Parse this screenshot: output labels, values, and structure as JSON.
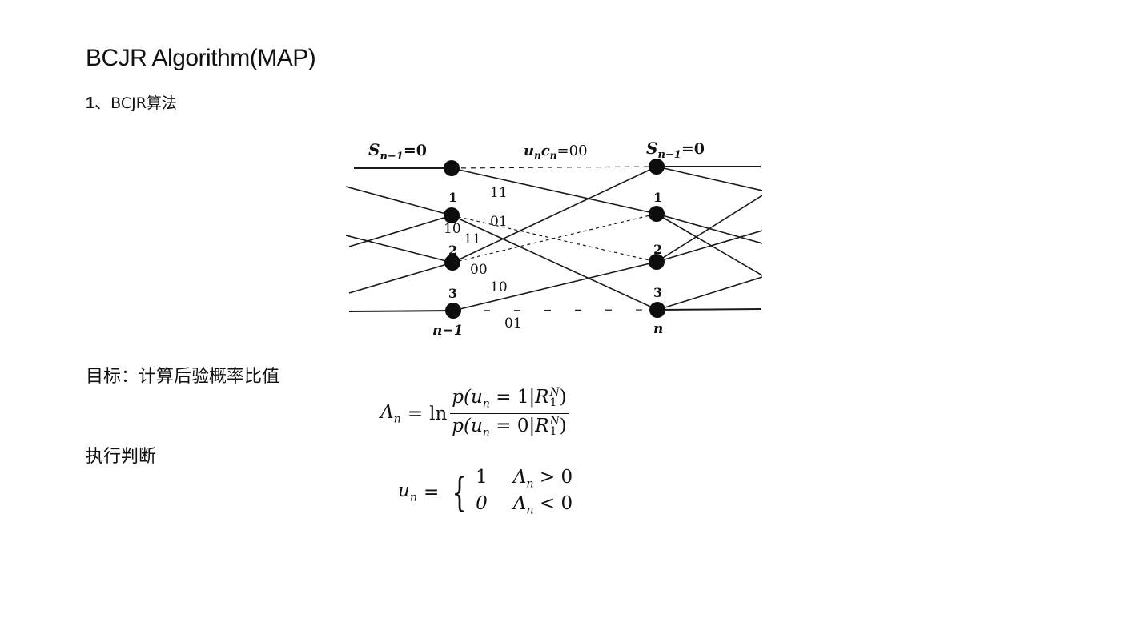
{
  "slide": {
    "title": "BCJR Algorithm(MAP)",
    "section_number": "1",
    "section_separator": "、",
    "section_text": "BCJR算法"
  },
  "trellis": {
    "left_header": "S",
    "left_header_sub": "n−1",
    "left_header_eq": "=0",
    "top_label": "u",
    "top_label_sub": "n",
    "top_label_c": "c",
    "top_label_c_sub": "n",
    "top_label_eq": "=00",
    "right_header": "S",
    "right_header_sub": "n−1",
    "right_header_eq": "=0",
    "left_state_labels": [
      "1",
      "2",
      "3"
    ],
    "right_state_labels": [
      "1",
      "2",
      "3"
    ],
    "branch_labels": [
      "11",
      "01",
      "10",
      "11",
      "00",
      "10",
      "01"
    ],
    "left_time_label": "n−1",
    "right_time_label": "n"
  },
  "goal": {
    "text": "目标：计算后验概率比值"
  },
  "formula_lambda": {
    "lhs": "Λ",
    "lhs_sub": "n",
    "eq": "=",
    "ln": "ln",
    "num_p": "p(",
    "num_u": "u",
    "num_u_sub": "n",
    "num_rest": " = 1|",
    "num_R": "R",
    "num_R_sup": "N",
    "num_R_sub": "1",
    "num_close": ")",
    "den_p": "p(",
    "den_u": "u",
    "den_u_sub": "n",
    "den_rest": " = 0|",
    "den_R": "R",
    "den_R_sup": "N",
    "den_R_sub": "1",
    "den_close": ")"
  },
  "decision": {
    "text": "执行判断"
  },
  "formula_decision": {
    "lhs": "u",
    "lhs_sub": "n",
    "eq": "=",
    "brace": "{",
    "case1_value": "1",
    "case1_cond": "Λ",
    "case1_cond_sub": "n",
    "case1_cond_rest": " > 0",
    "case2_value": "0",
    "case2_cond": "Λ",
    "case2_cond_sub": "n",
    "case2_cond_rest": " < 0"
  }
}
